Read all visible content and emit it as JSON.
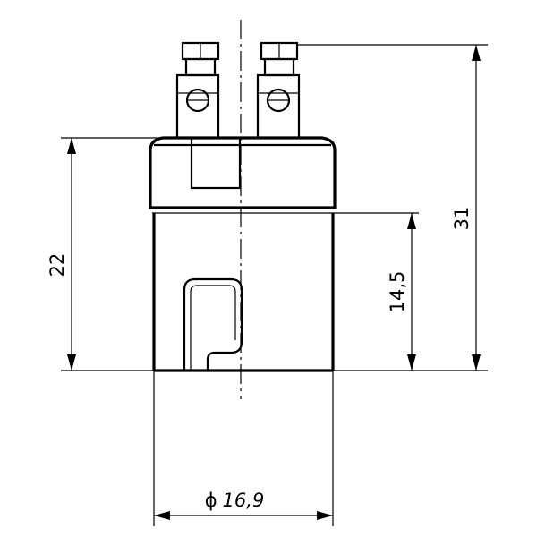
{
  "dimensions": {
    "overall_height": "31",
    "body_height": "22",
    "lower_section_height": "14,5",
    "diameter": "16,9",
    "diameter_symbol": "ϕ"
  }
}
